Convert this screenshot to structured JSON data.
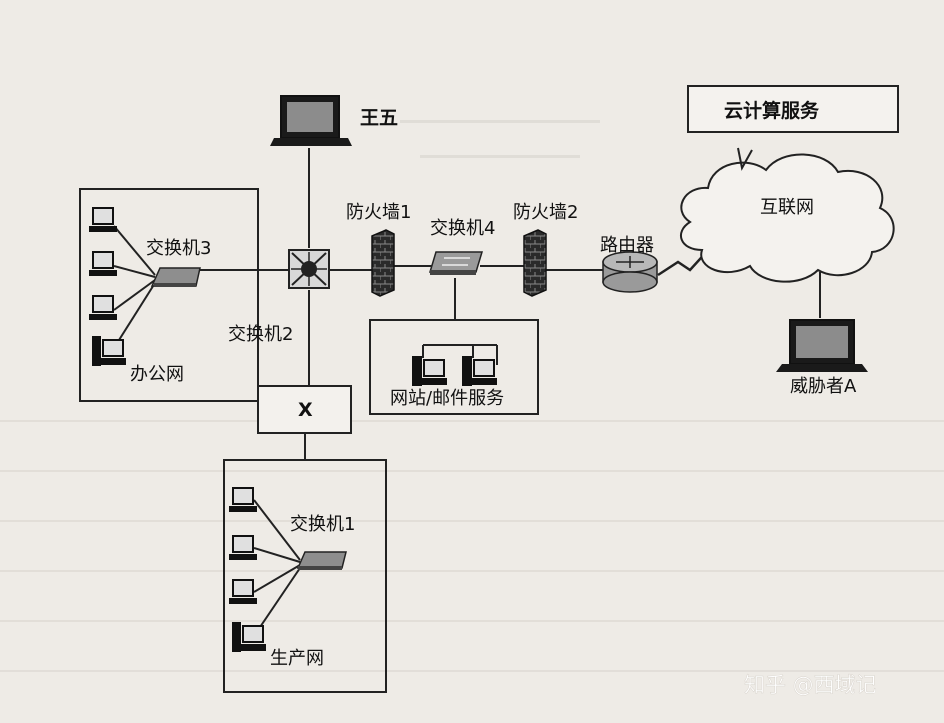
{
  "labels": {
    "wang_wu": "王五",
    "cloud_service": "云计算服务",
    "internet": "互联网",
    "firewall1": "防火墙1",
    "firewall2": "防火墙2",
    "switch4": "交换机4",
    "switch3": "交换机3",
    "switch2": "交换机2",
    "switch1": "交换机1",
    "router": "路由器",
    "office_net": "办公网",
    "web_mail": "网站/邮件服务",
    "x_box": "X",
    "production_net": "生产网",
    "threat_actor": "威胁者A"
  },
  "watermark": "知乎 @西域记"
}
